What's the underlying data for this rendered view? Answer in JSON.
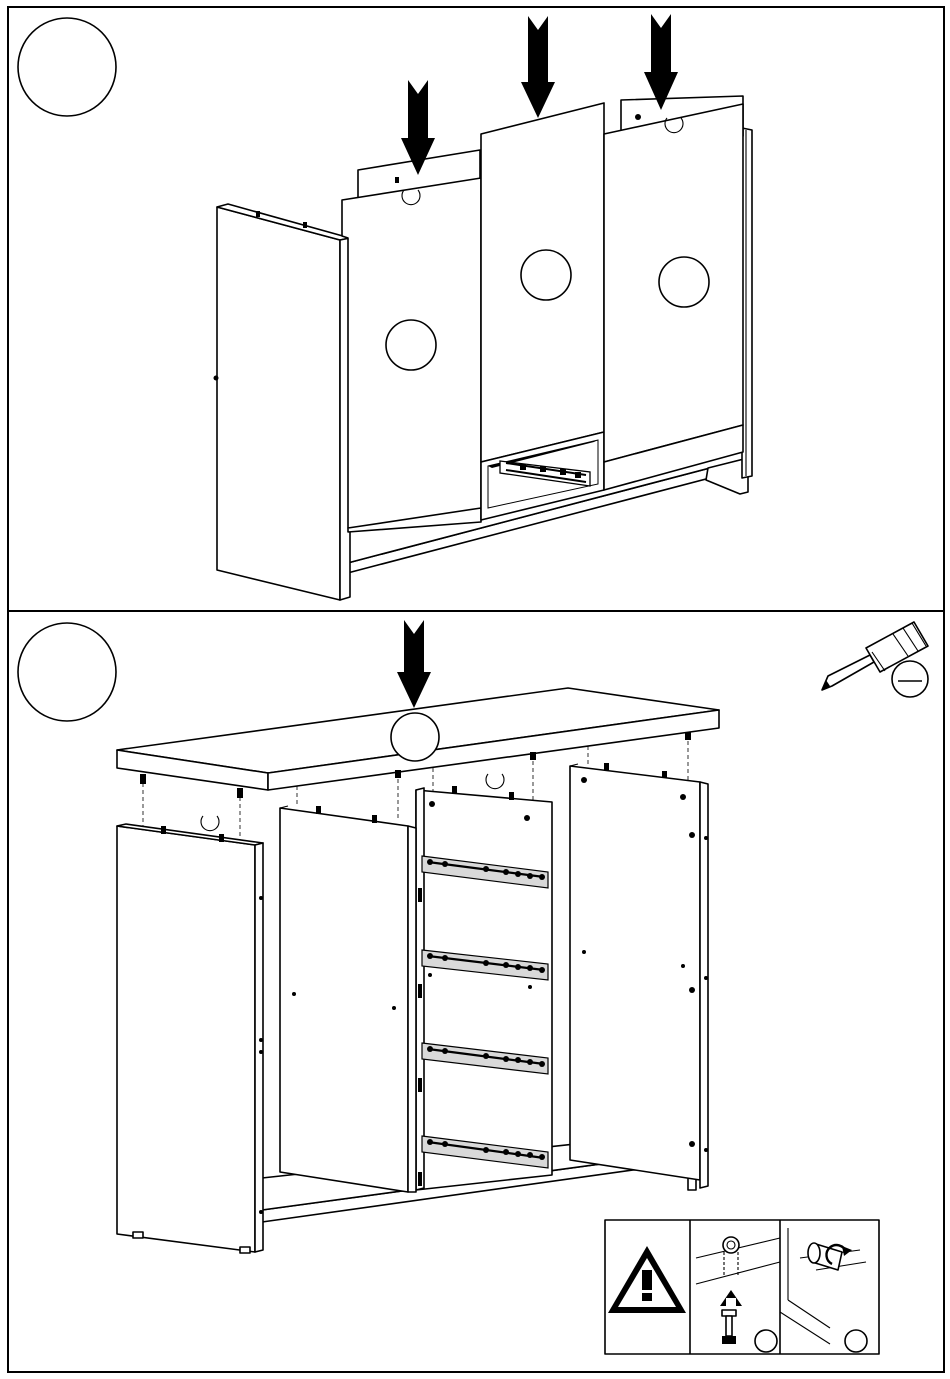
{
  "document": {
    "type": "assembly-instructions",
    "panels": [
      {
        "id": "upper",
        "step_label": "",
        "callouts": [
          "",
          "",
          ""
        ],
        "arrow_count": 3
      },
      {
        "id": "lower",
        "step_label": "",
        "callouts": [
          ""
        ],
        "arrow_count": 1,
        "tool": {
          "icon": "screwdriver-icon",
          "callout": ""
        },
        "notice": {
          "icon": "warning-triangle-icon",
          "details": [
            {
              "icon": "cam-bolt-insert-icon",
              "callout": ""
            },
            {
              "icon": "cam-lock-turn-icon",
              "callout": ""
            }
          ]
        }
      }
    ]
  }
}
